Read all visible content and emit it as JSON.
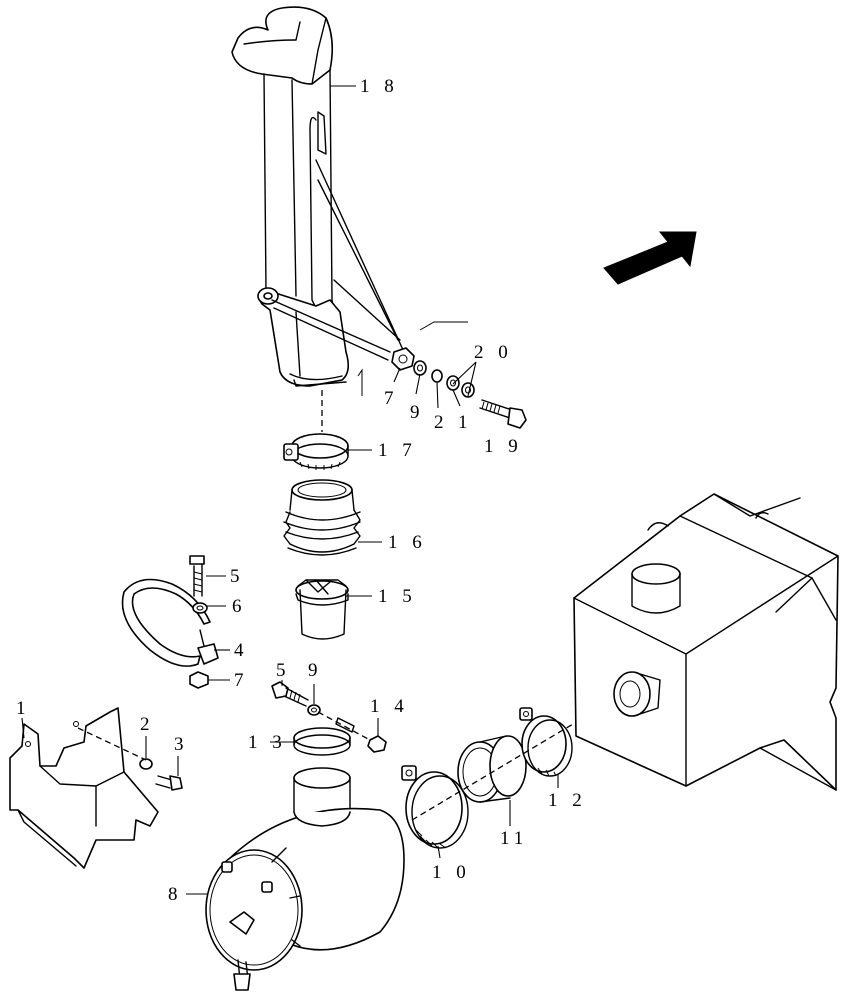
{
  "callouts": {
    "c1_left": "1",
    "c1_washer": "1",
    "c2_left": "2",
    "c2_washer": "2",
    "c3": "3",
    "c4": "4",
    "c5_upper": "5",
    "c5_lower": "5",
    "c6": "6",
    "c7_upper": "7",
    "c7_lower": "7",
    "c8": "8",
    "c9_upper": "9",
    "c9_lower": "9",
    "c10": "1 0",
    "c11": "11",
    "c12": "1 2",
    "c13": "1 3",
    "c14": "1 4",
    "c15": "1 5",
    "c16": "1 6",
    "c17": "1 7",
    "c18": "1 8",
    "c19": "1 9",
    "c20": "2 0"
  },
  "direction_arrow": {
    "icon": "arrow-forward-icon"
  }
}
